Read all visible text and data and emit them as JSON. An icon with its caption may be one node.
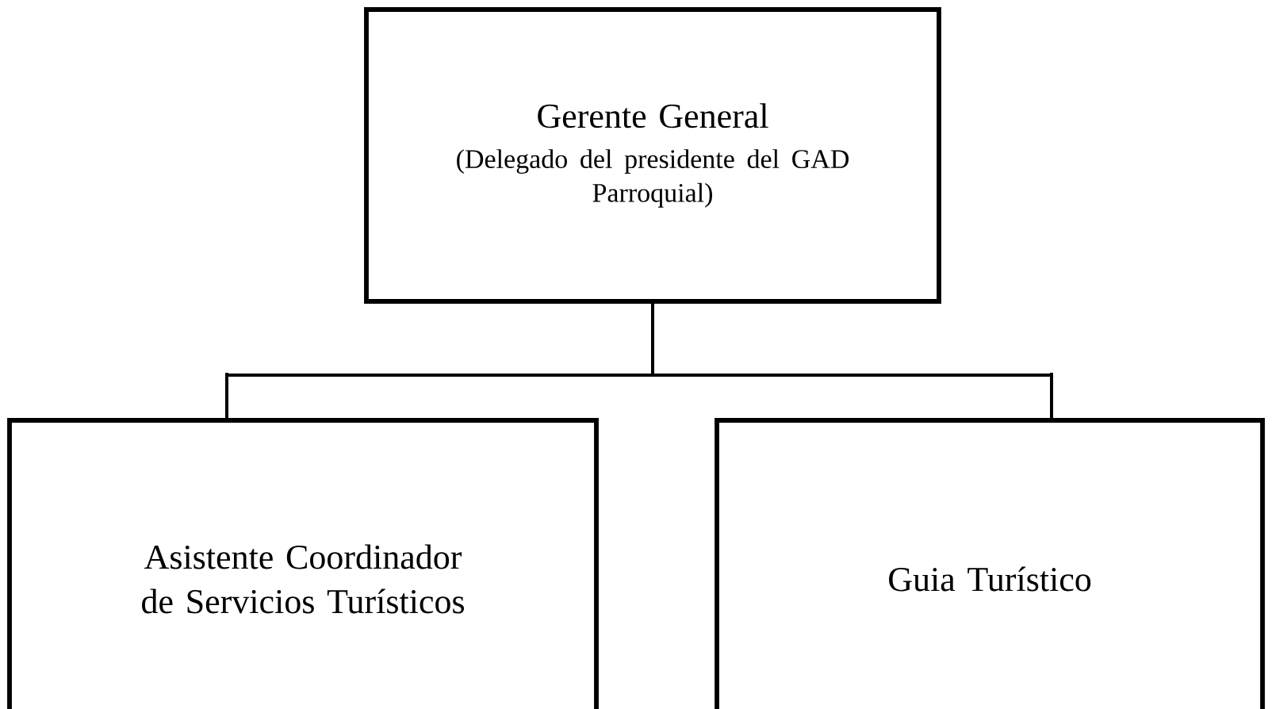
{
  "diagram": {
    "nodes": [
      {
        "text": [
          "Gerente General",
          "(Delegado del presidente del GAD Parroquial)"
        ]
      },
      {
        "text": [
          "Asistente Coordinador de Servicios Turísticos"
        ]
      },
      {
        "text": [
          "Guia Turístico"
        ]
      }
    ],
    "edges": [
      {
        "from": 0,
        "to": 1,
        "arrow": "none"
      },
      {
        "from": 0,
        "to": 2,
        "arrow": "none"
      }
    ]
  }
}
